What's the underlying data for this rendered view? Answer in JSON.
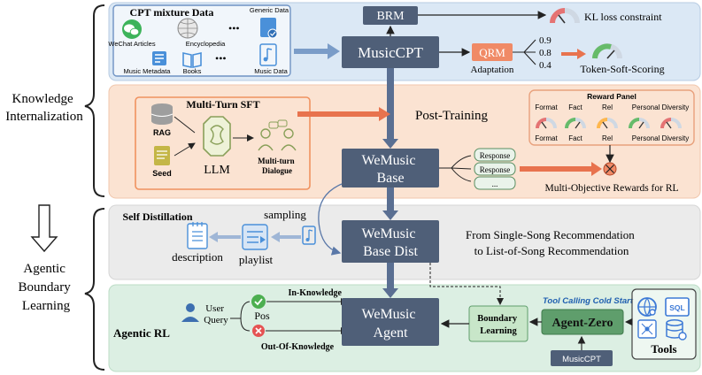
{
  "colors": {
    "band_blue": "#dbe8f5",
    "band_orange": "#fbe3d2",
    "band_gray": "#ebebeb",
    "band_green": "#dcefe3",
    "node_dark": "#4f5f78",
    "qrm_orange": "#f08a66",
    "agent_zero_green": "#5f9e6c",
    "boundary_green": "#c8e6c9",
    "arrow_blue": "#7a9cc8",
    "arrow_orange": "#e8734e",
    "check_green": "#4caf50",
    "cross_red": "#e55353"
  },
  "stages": {
    "knowledge": "Knowledge\nInternalization",
    "agentic": "Agentic\nBoundary\nLearning"
  },
  "cpt": {
    "title": "CPT mixture Data",
    "wechat": "WeChat Articles",
    "encyclopedia": "Encyclopedia",
    "music_metadata": "Music Metadata",
    "books": "Books",
    "generic": "Generic Data",
    "music_data": "Music Data",
    "dots": "•••"
  },
  "top": {
    "brm": "BRM",
    "musiccpt": "MusicCPT",
    "kl": "KL loss constraint",
    "qrm": "QRM",
    "adaptation": "Adaptation",
    "scores": [
      "0.9",
      "0.8",
      "0.4"
    ],
    "token_soft": "Token-Soft-Scoring"
  },
  "sft": {
    "title": "Multi-Turn SFT",
    "rag": "RAG",
    "seed": "Seed",
    "llm": "LLM",
    "multi_turn": "Multi-turn\nDialogue",
    "post_training": "Post-Training",
    "base": "WeMusic\nBase",
    "responses": [
      "Response",
      "Response",
      "..."
    ],
    "reward_panel": "Reward Panel",
    "reward_row1": [
      "Format",
      "Fact",
      "Rel",
      "Personal Diversity"
    ],
    "reward_row2": [
      "Format",
      "Fact",
      "Rel",
      "Personal Diversity"
    ],
    "multi_obj": "Multi-Objective Rewards for RL"
  },
  "distill": {
    "title": "Self Distillation",
    "sampling": "sampling",
    "description": "description",
    "playlist": "playlist",
    "base_dist": "WeMusic\nBase Dist",
    "from_text": "From Single-Song Recommendation\nto List-of-Song Recommendation"
  },
  "agentic_rl": {
    "title": "Agentic RL",
    "user_query": "User\nQuery",
    "pos": "Pos",
    "in_knowledge": "In-Knowledge",
    "out_of_knowledge": "Out-Of-Knowledge",
    "agent": "WeMusic\nAgent",
    "boundary": "Boundary\nLearning",
    "agent_zero": "Agent-Zero",
    "tool_cold": "Tool Calling Cold Start",
    "musiccpt_small": "MusicCPT",
    "tools": "Tools",
    "sql": "SQL"
  }
}
